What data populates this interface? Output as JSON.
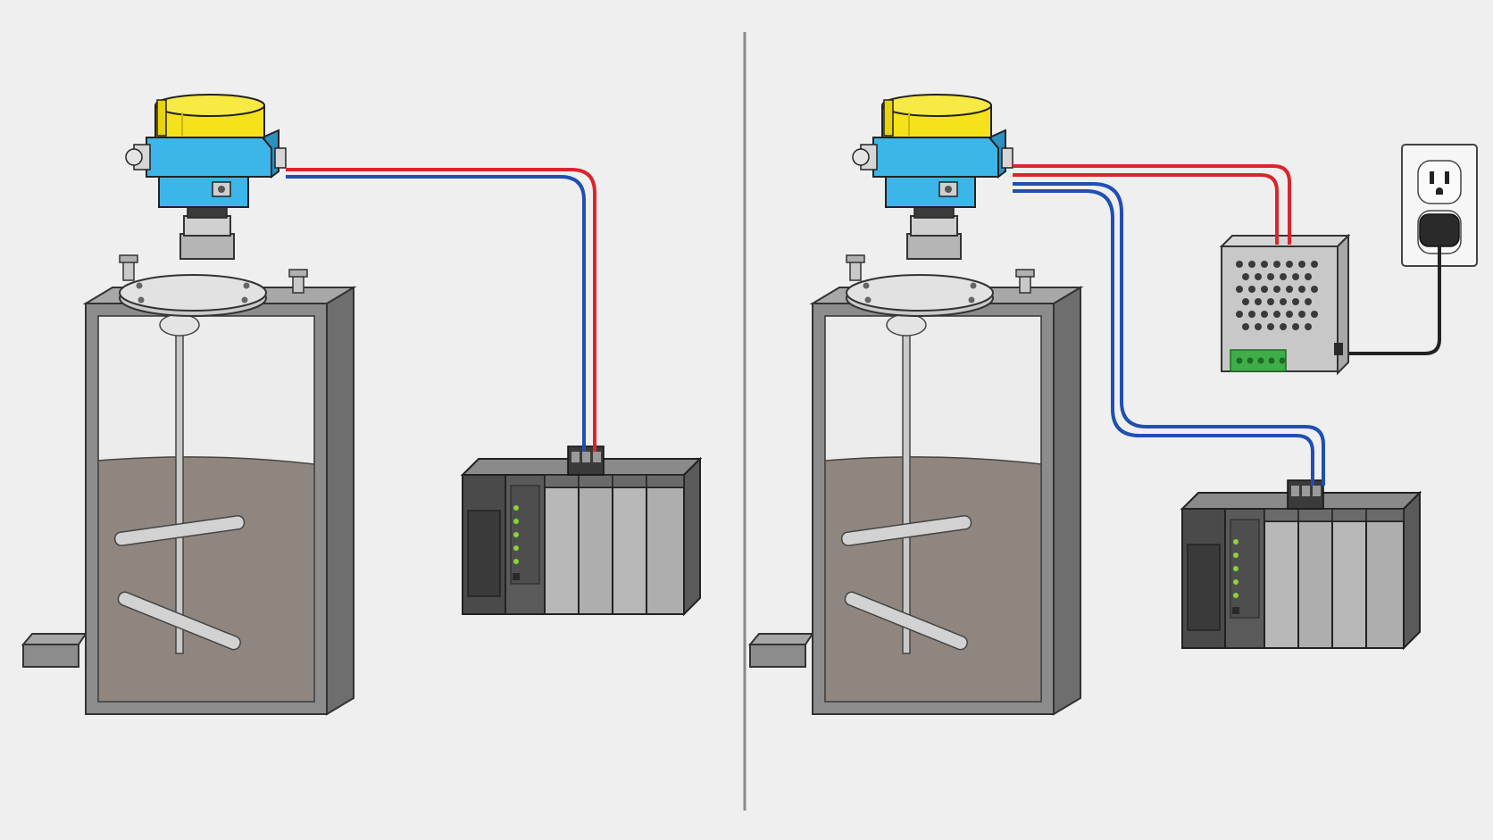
{
  "panels": [
    {
      "id": "left",
      "wiring": "2-wire",
      "components": [
        "tank",
        "level-transmitter",
        "plc-rack"
      ],
      "cable_colors": [
        "red",
        "blue"
      ]
    },
    {
      "id": "right",
      "wiring": "4-wire",
      "components": [
        "tank",
        "level-transmitter",
        "power-supply",
        "wall-outlet",
        "plc-rack"
      ],
      "cable_colors": [
        "red",
        "blue"
      ]
    }
  ],
  "colors": {
    "background": "#efefef",
    "divider": "#8a8a8a",
    "tank": "#8c8c8c",
    "tank_dark": "#6e6e6e",
    "liquid": "#8f877f",
    "transmitter_body": "#3cb6e8",
    "transmitter_cap": "#f5e21a",
    "wire_positive": "#d9262c",
    "wire_negative": "#1f4fb3",
    "plc_dark": "#4a4a4a",
    "plc_light": "#b8b8b8",
    "power_supply": "#c8c8c8",
    "terminal_green": "#3fae49",
    "outlet": "#f6f6f6",
    "power_cord": "#222222",
    "led": "#8ad33a"
  },
  "icons": [
    "tank-icon",
    "level-transmitter-icon",
    "plc-icon",
    "power-supply-icon",
    "wall-outlet-icon",
    "plug-icon"
  ]
}
